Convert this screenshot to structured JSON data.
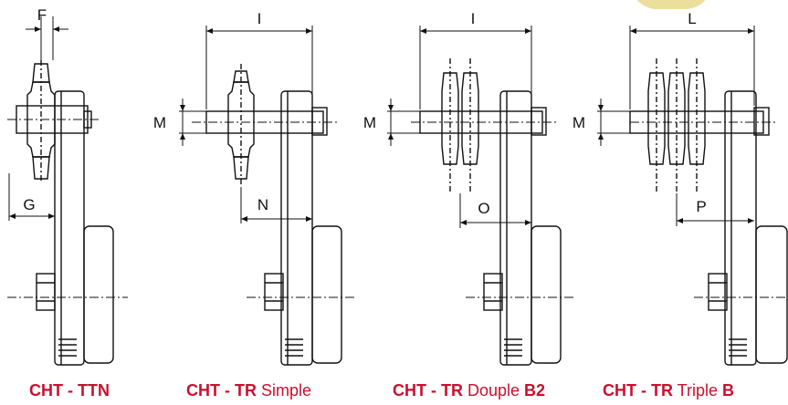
{
  "labels": {
    "F": "F",
    "G": "G",
    "I1": "I",
    "M1": "M",
    "N": "N",
    "I2": "I",
    "M2": "M",
    "O": "O",
    "L": "L",
    "M3": "M",
    "P": "P"
  },
  "captions": [
    {
      "model": "CHT - TTN",
      "variant": "",
      "suffix": ""
    },
    {
      "model": "CHT - TR",
      "variant": " Simple",
      "suffix": ""
    },
    {
      "model": "CHT - TR",
      "variant": " Douple ",
      "suffix": "B2"
    },
    {
      "model": "CHT - TR",
      "variant": " Triple ",
      "suffix": "B"
    }
  ],
  "colors": {
    "caption_red": "#c8102e",
    "line": "#111111",
    "accent_blob": "#e8d98a"
  }
}
